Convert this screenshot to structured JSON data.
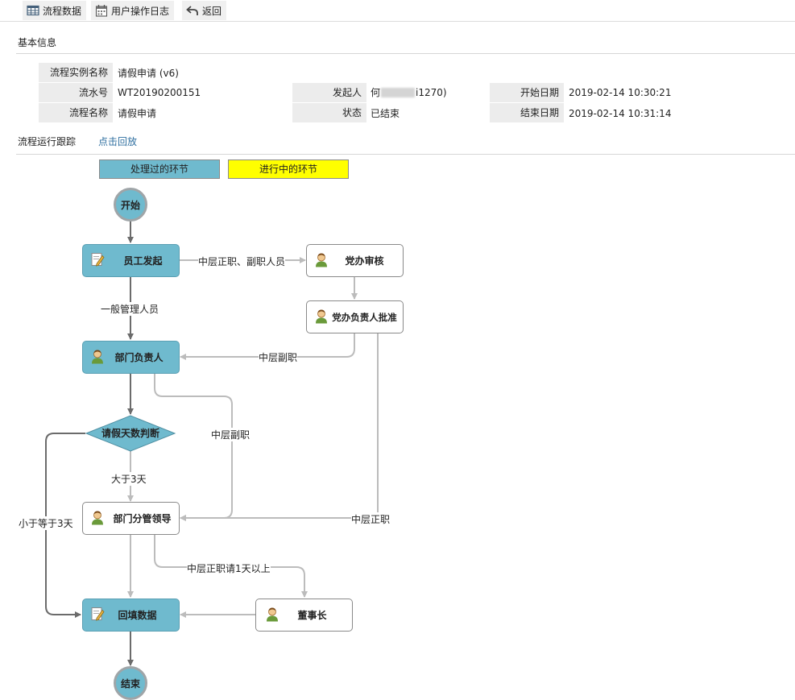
{
  "toolbar": {
    "flow_data": "流程数据",
    "op_log": "用户操作日志",
    "back": "返回"
  },
  "basic_info": {
    "title": "基本信息",
    "instance_name_label": "流程实例名称",
    "instance_name": "请假申请 (v6)",
    "serial_label": "流水号",
    "serial": "WT20190200151",
    "flow_name_label": "流程名称",
    "flow_name": "请假申请",
    "initiator_label": "发起人",
    "initiator": "何",
    "initiator_tail": "i1270)",
    "status_label": "状态",
    "status": "已结束",
    "start_date_label": "开始日期",
    "start_date": "2019-02-14 10:30:21",
    "end_date_label": "结束日期",
    "end_date": "2019-02-14 10:31:14"
  },
  "tracking": {
    "title": "流程运行跟踪",
    "replay": "点击回放"
  },
  "legend": {
    "done": "处理过的环节",
    "in_progress": "进行中的环节",
    "done_color": "#6fbace",
    "in_progress_color": "#ffff00"
  },
  "flow": {
    "start": "开始",
    "end": "结束",
    "nodes": {
      "staff_start": "员工发起",
      "party_review": "党办审核",
      "party_head_approve": "党办负责人批准",
      "dept_head": "部门负责人",
      "leave_days_judge": "请假天数判断",
      "dept_leader": "部门分管领导",
      "fill_back": "回填数据",
      "chairman": "董事长"
    },
    "edges": {
      "mid_level": "中层正职、副职人员",
      "general_staff": "一般管理人员",
      "mid_deputy_a": "中层副职",
      "mid_deputy_b": "中层副职",
      "over_3_days": "大于3天",
      "le_3_days": "小于等于3天",
      "mid_chief": "中层正职",
      "mid_chief_over_1": "中层正职请1天以上"
    }
  }
}
